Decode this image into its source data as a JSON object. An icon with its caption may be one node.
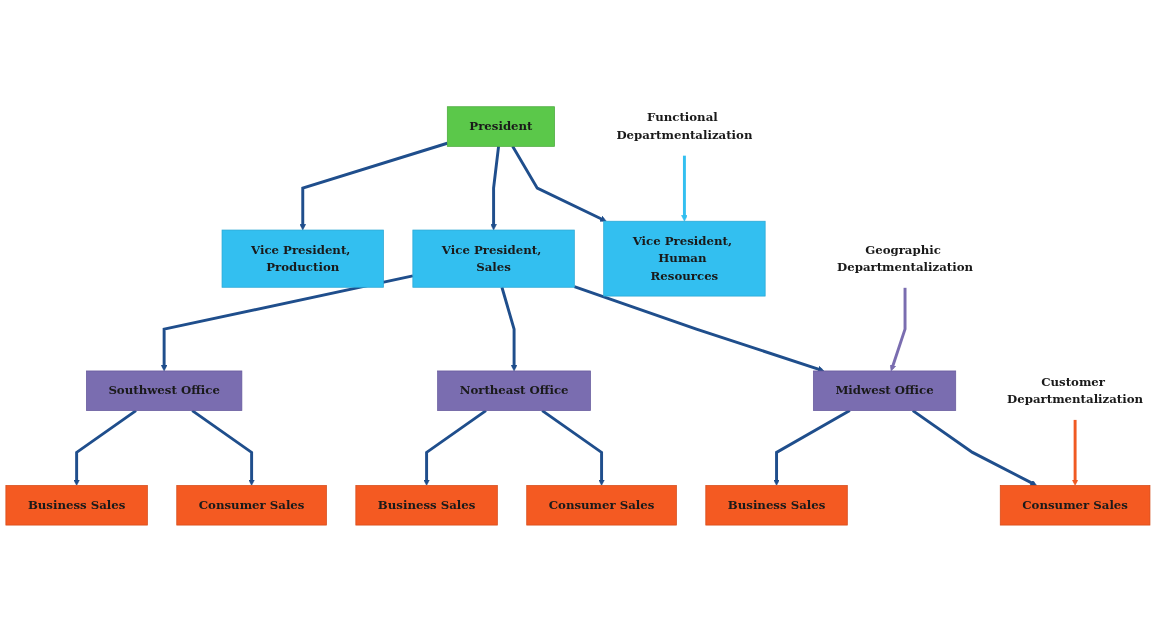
{
  "diagram": {
    "nodes": [
      {
        "text": [
          "President"
        ]
      },
      {
        "text": [
          "Vice President, Production"
        ]
      },
      {
        "text": [
          "Vice President, Sales"
        ]
      },
      {
        "text": [
          "Vice President, Human Resources"
        ]
      },
      {
        "text": [
          "Functional Departmentalization"
        ]
      },
      {
        "text": [
          "Southwest Office"
        ]
      },
      {
        "text": [
          "Northeast Office"
        ]
      },
      {
        "text": [
          "Midwest Office"
        ]
      },
      {
        "text": [
          "Geographic Departmentalization"
        ]
      },
      {
        "text": [
          "Business Sales"
        ]
      },
      {
        "text": [
          "Consumer Sales"
        ]
      },
      {
        "text": [
          "Business Sales"
        ]
      },
      {
        "text": [
          "Consumer Sales"
        ]
      },
      {
        "text": [
          "Business Sales"
        ]
      },
      {
        "text": [
          "Consumer Sales"
        ]
      },
      {
        "text": [
          "Customer Departmentalization"
        ]
      }
    ],
    "edges": [
      {
        "from": 0,
        "to": 1,
        "arrow": "to"
      },
      {
        "from": 0,
        "to": 2,
        "arrow": "to"
      },
      {
        "from": 0,
        "to": 3,
        "arrow": "to"
      },
      {
        "from": 4,
        "to": 3,
        "arrow": "to",
        "color": "#33bff0"
      },
      {
        "from": 2,
        "to": 5,
        "arrow": "to"
      },
      {
        "from": 2,
        "to": 6,
        "arrow": "to"
      },
      {
        "from": 2,
        "to": 7,
        "arrow": "to"
      },
      {
        "from": 8,
        "to": 7,
        "arrow": "to",
        "color": "#7a6db0"
      },
      {
        "from": 5,
        "to": 9,
        "arrow": "to"
      },
      {
        "from": 5,
        "to": 10,
        "arrow": "to"
      },
      {
        "from": 6,
        "to": 11,
        "arrow": "to"
      },
      {
        "from": 6,
        "to": 12,
        "arrow": "to"
      },
      {
        "from": 7,
        "to": 13,
        "arrow": "to"
      },
      {
        "from": 7,
        "to": 14,
        "arrow": "to"
      },
      {
        "from": 15,
        "to": 14,
        "arrow": "to",
        "color": "#f05a22"
      }
    ]
  }
}
